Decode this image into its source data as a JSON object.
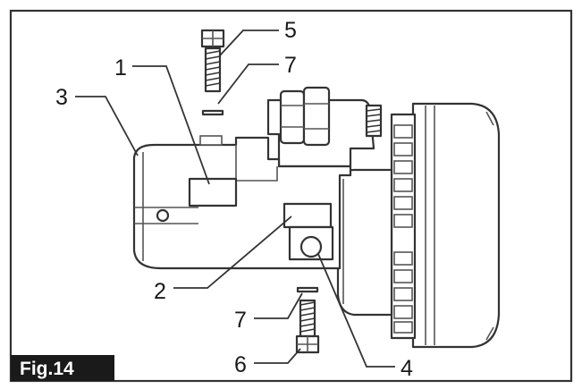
{
  "figure": {
    "label": "Fig.14",
    "callouts": [
      {
        "id": "c1",
        "text": "1"
      },
      {
        "id": "c2",
        "text": "2"
      },
      {
        "id": "c3",
        "text": "3"
      },
      {
        "id": "c4",
        "text": "4"
      },
      {
        "id": "c5",
        "text": "5"
      },
      {
        "id": "c6",
        "text": "6"
      },
      {
        "id": "c7a",
        "text": "7"
      },
      {
        "id": "c7b",
        "text": "7"
      }
    ]
  },
  "colors": {
    "line": "#333333",
    "label_bg": "#1a1a1a",
    "label_text": "#ffffff",
    "background": "#ffffff"
  }
}
